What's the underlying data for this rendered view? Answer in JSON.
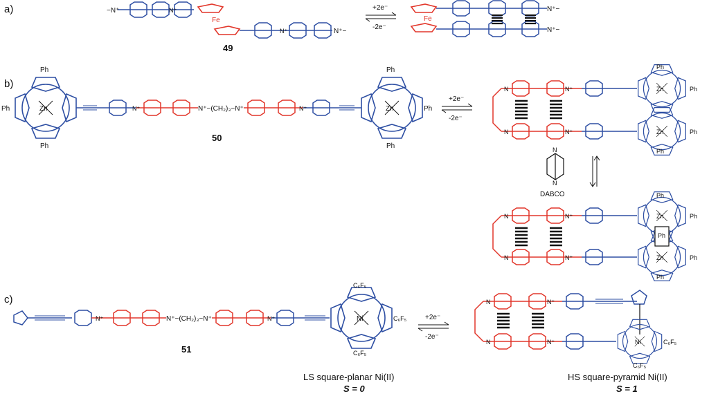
{
  "colors": {
    "blue": "#2E4FA3",
    "red": "#E2372B",
    "black": "#111111"
  },
  "panels": {
    "a": {
      "label": "a)",
      "compound": "49",
      "fe_left": "Fe",
      "fe_right": "Fe",
      "arrow_forward": "+2e⁻",
      "arrow_back": "-2e⁻",
      "methyl_left": "−N⁺",
      "methyl_right": "N⁺−",
      "methyl_p1": "N⁺−",
      "methyl_p2": "N⁺−",
      "nplus_1": "N⁺",
      "nplus_2": "N⁺"
    },
    "b": {
      "label": "b)",
      "compound": "50",
      "linker": "N⁺−(CH₂)₃−N⁺",
      "zn": "Zn",
      "ph": "Ph",
      "arrow_forward": "+2e⁻",
      "arrow_back": "-2e⁻",
      "dabco": "DABCO",
      "nplus": "N⁺",
      "n": "N"
    },
    "c": {
      "label": "c)",
      "compound": "51",
      "linker": "N⁺−(CH₂)₃−N⁺",
      "ni": "Ni",
      "c6f5": "C₆F₅",
      "arrow_forward": "+2e⁻",
      "arrow_back": "-2e⁻",
      "ls_caption": "LS square-planar Ni(II)",
      "ls_spin": "S = 0",
      "hs_caption": "HS square-pyramid Ni(II)",
      "hs_spin": "S = 1",
      "nplus": "N⁺",
      "n": "N"
    }
  }
}
